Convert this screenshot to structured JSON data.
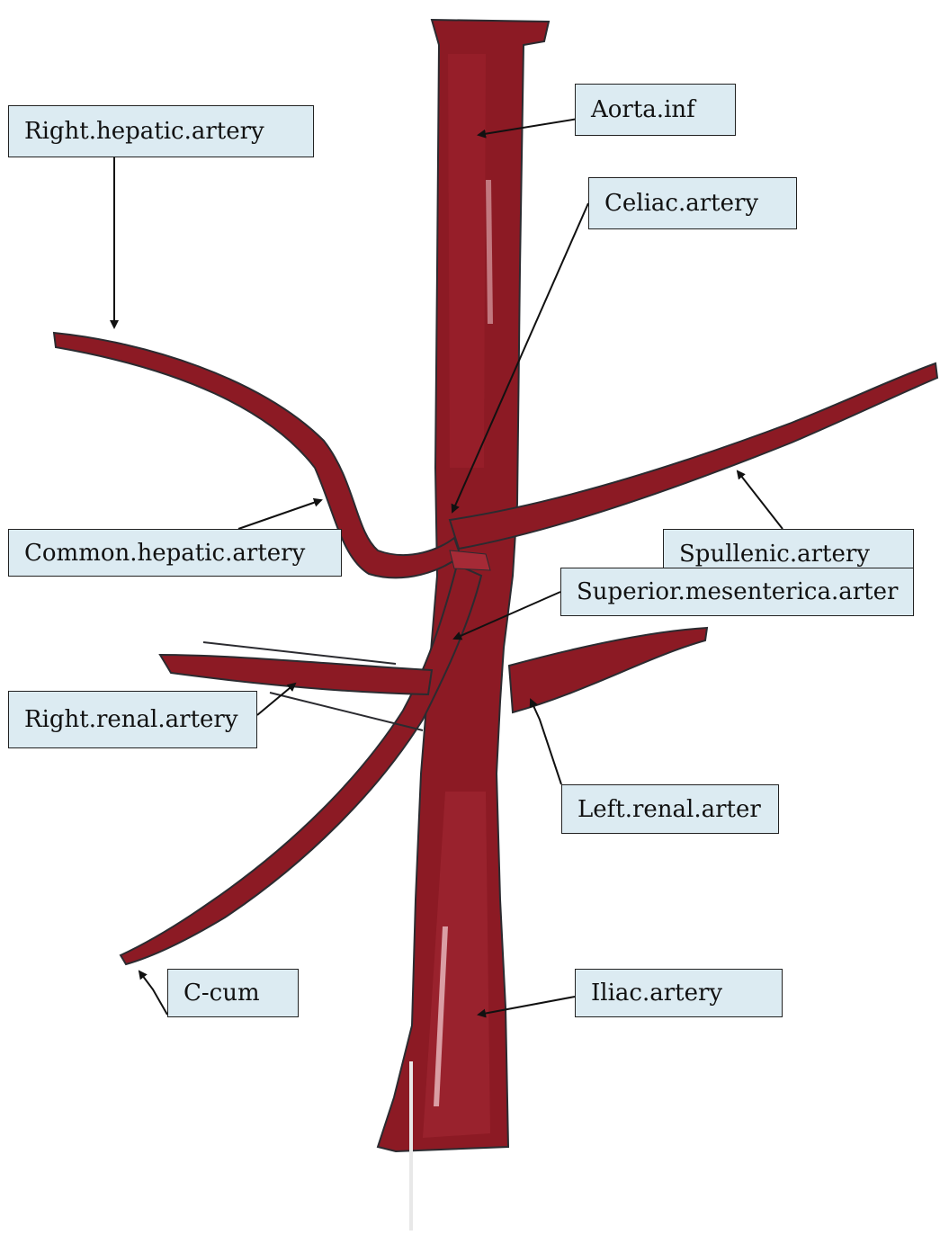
{
  "colors": {
    "vessel": "#8c1a24",
    "vessel_highlight": "#b8303c",
    "vessel_outline": "#2b2b30",
    "label_fill": "#dcebf2",
    "label_border": "#222222",
    "arrow": "#111111"
  },
  "labels": {
    "right_hepatic": "Right.hepatic.artery",
    "aorta": "Aorta.inf",
    "celiac": "Celiac.artery",
    "common_hepatic": "Common.hepatic.artery",
    "splenic": "Spullenic.artery",
    "superior_mesenteric": "Superior.mesenterica.arter",
    "right_renal": "Right.renal.artery",
    "left_renal": "Left.renal.arter",
    "c_cum": "C-cum",
    "iliac": "Iliac.artery"
  }
}
